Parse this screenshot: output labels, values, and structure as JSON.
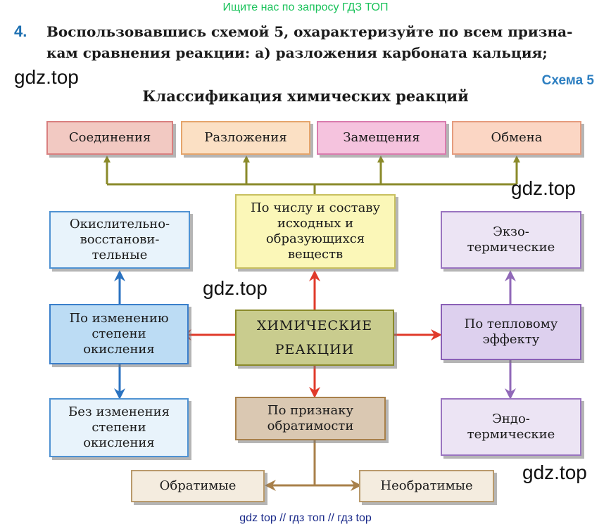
{
  "banner": "Ищите нас по запросу ГДЗ ТОП",
  "task": {
    "number": "4.",
    "line1": "Воспользовавшись схемой 5, охарактеризуйте по всем призна-",
    "line2": "кам сравнения реакции: а) разложения карбоната кальция;"
  },
  "watermark": "gdz.top",
  "schema_label": "Схема 5",
  "diagram": {
    "title": "Классификация химических реакций",
    "center": "ХИМИЧЕСКИЕ\nРЕАКЦИИ",
    "top_types": [
      "Соединения",
      "Разложения",
      "Замещения",
      "Обмена"
    ],
    "by_composition": "По числу и составу\nисходных и\nобразующихся\nвеществ",
    "redox": "Окислительно-\nвосстанови-\nтельные",
    "by_oxidation": "По изменению\nстепени\nокисления",
    "no_oxidation": "Без изменения\nстепени\nокисления",
    "exo": "Экзо-\nтермические",
    "by_heat": "По тепловому\nэффекту",
    "endo": "Эндо-\nтермические",
    "by_reversibility": "По признаку\nобратимости",
    "reversible": "Обратимые",
    "irreversible": "Необратимые"
  },
  "colors": {
    "olive": "#8a8a2a",
    "red": "#e03a2a",
    "blue": "#2a72c0",
    "purple": "#9068b8",
    "brown": "#a8804a"
  },
  "footer": "gdz top  //  гдз топ  //  гдз top"
}
